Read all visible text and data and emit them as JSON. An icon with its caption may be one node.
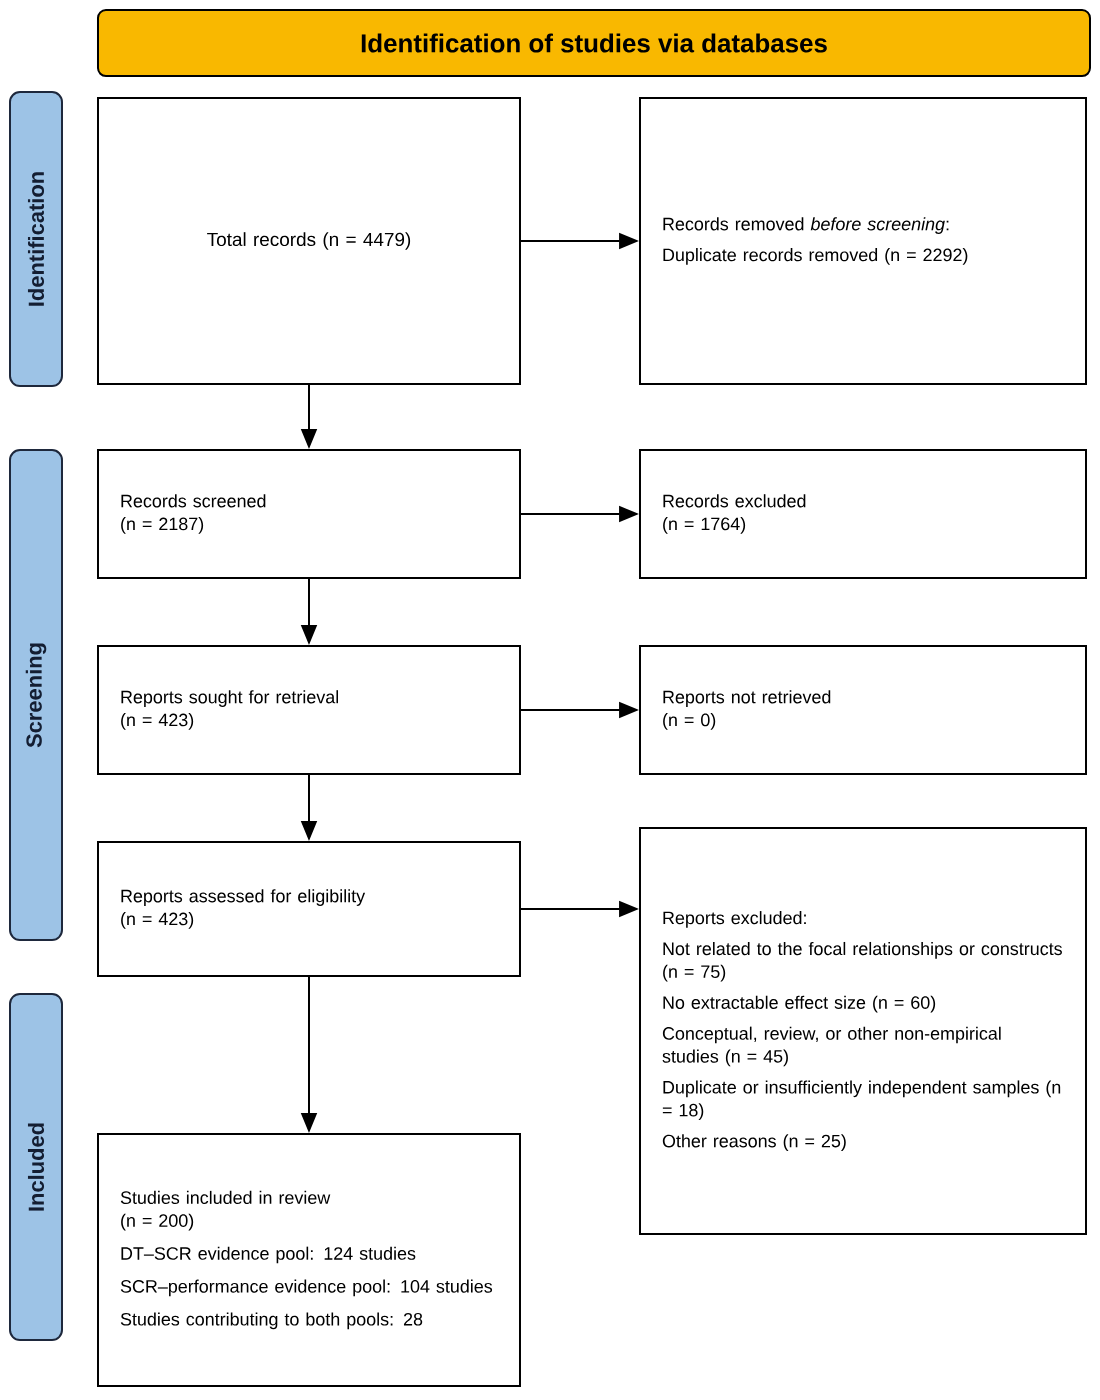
{
  "diagram": {
    "nodes": [
      {
        "text": [
          "Identification of studies via databases"
        ]
      },
      {
        "text": [
          "Identification"
        ]
      },
      {
        "text": [
          "Screening"
        ]
      },
      {
        "text": [
          "Included"
        ]
      },
      {
        "text": [
          "Total records (n = 4479)"
        ]
      },
      {
        "text": [
          "Records removed *before screening*:",
          "Duplicate records removed (n = 2292)"
        ]
      },
      {
        "text": [
          "Records screened",
          "(n = 2187)"
        ]
      },
      {
        "text": [
          "Records excluded",
          "(n = 1764)"
        ]
      },
      {
        "text": [
          "Reports sought for retrieval",
          "(n = 423)"
        ]
      },
      {
        "text": [
          "Reports not retrieved",
          "(n = 0)"
        ]
      },
      {
        "text": [
          "Reports assessed for eligibility",
          "(n = 423)"
        ]
      },
      {
        "text": [
          "Reports excluded:",
          "Not related to the focal relationships or constructs (n = 75)",
          "No extractable effect size (n = 60)",
          "Conceptual, review, or other non-empirical studies (n = 45)",
          "Duplicate or insufficiently independent samples (n = 18)",
          "Other reasons (n = 25)"
        ]
      },
      {
        "text": [
          "Studies included in review",
          "(n = 200)",
          "DT–SCR evidence pool: 124 studies",
          "SCR–performance evidence pool: 104 studies",
          "Studies contributing to both pools: 28"
        ]
      }
    ],
    "edges": [
      {
        "from": 4,
        "to": 5,
        "arrow": "to"
      },
      {
        "from": 4,
        "to": 6,
        "arrow": "to"
      },
      {
        "from": 6,
        "to": 7,
        "arrow": "to"
      },
      {
        "from": 6,
        "to": 8,
        "arrow": "to"
      },
      {
        "from": 8,
        "to": 9,
        "arrow": "to"
      },
      {
        "from": 8,
        "to": 10,
        "arrow": "to"
      },
      {
        "from": 10,
        "to": 11,
        "arrow": "to"
      },
      {
        "from": 10,
        "to": 12,
        "arrow": "to"
      }
    ]
  }
}
